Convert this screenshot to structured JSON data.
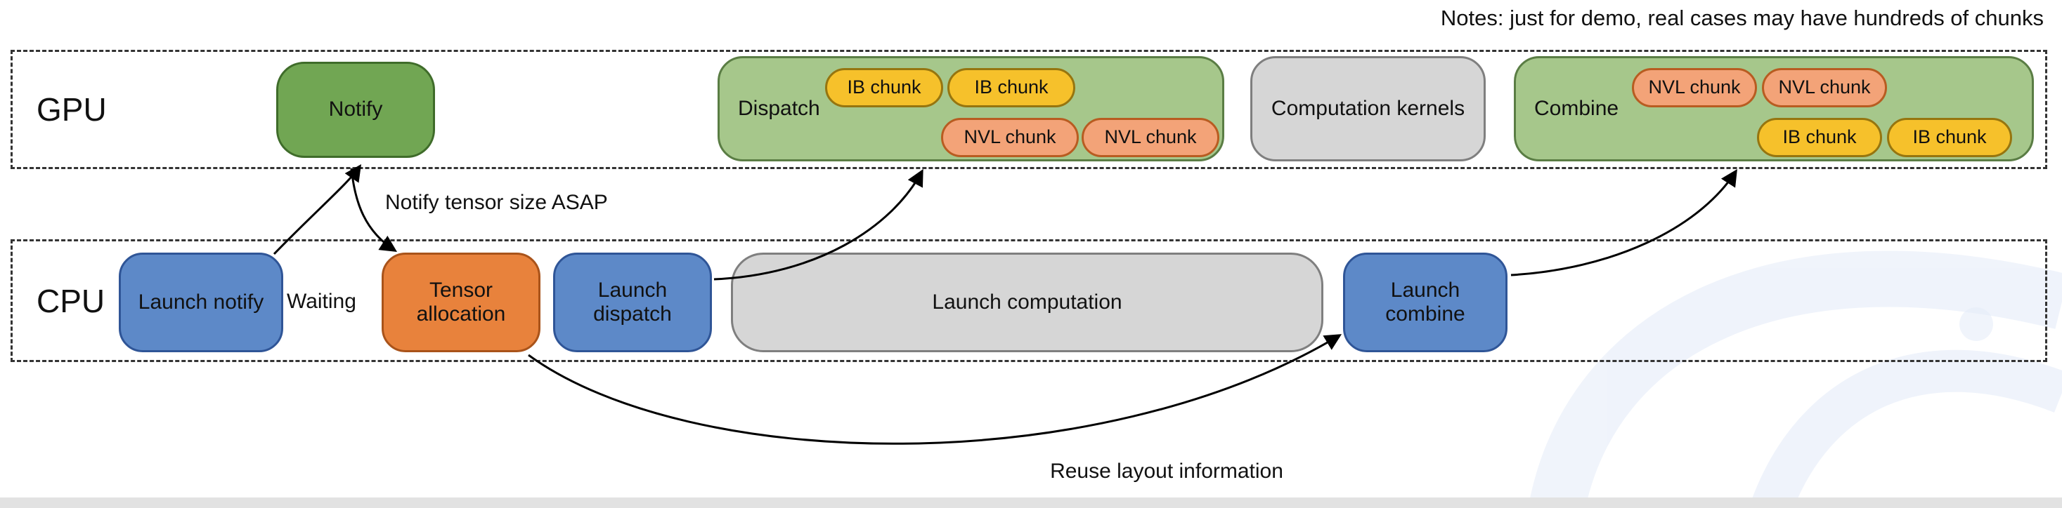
{
  "note": "Notes: just for demo, real cases may have hundreds of chunks",
  "gpu_lane": {
    "label": "GPU",
    "notify": {
      "label": "Notify"
    },
    "dispatch": {
      "label": "Dispatch",
      "chunks": [
        {
          "label": "IB chunk",
          "type": "ib"
        },
        {
          "label": "IB chunk",
          "type": "ib"
        },
        {
          "label": "NVL chunk",
          "type": "nvl"
        },
        {
          "label": "NVL chunk",
          "type": "nvl"
        }
      ]
    },
    "computation_kernels": {
      "label": "Computation kernels"
    },
    "combine": {
      "label": "Combine",
      "chunks": [
        {
          "label": "NVL chunk",
          "type": "nvl"
        },
        {
          "label": "NVL chunk",
          "type": "nvl"
        },
        {
          "label": "IB chunk",
          "type": "ib"
        },
        {
          "label": "IB chunk",
          "type": "ib"
        }
      ]
    }
  },
  "cpu_lane": {
    "label": "CPU",
    "launch_notify": {
      "label": "Launch notify"
    },
    "tensor_allocation": {
      "label": "Tensor allocation"
    },
    "launch_dispatch": {
      "label": "Launch dispatch"
    },
    "launch_computation": {
      "label": "Launch computation"
    },
    "launch_combine": {
      "label": "Launch combine"
    }
  },
  "annotations": {
    "waiting": "Waiting",
    "notify_tensor_size": "Notify tensor size ASAP",
    "reuse_layout": "Reuse layout information"
  },
  "colors": {
    "cpu_block_blue": "#5d89c8",
    "notify_green": "#71a653",
    "container_light_green": "#a6c78b",
    "tensor_allocation_orange": "#e8823c",
    "ib_chunk_yellow": "#f6c12b",
    "nvl_chunk_salmon": "#f3a378",
    "neutral_gray": "#d6d6d6",
    "arrow_black": "#000000",
    "watermark_blue": "#dde7f6"
  }
}
